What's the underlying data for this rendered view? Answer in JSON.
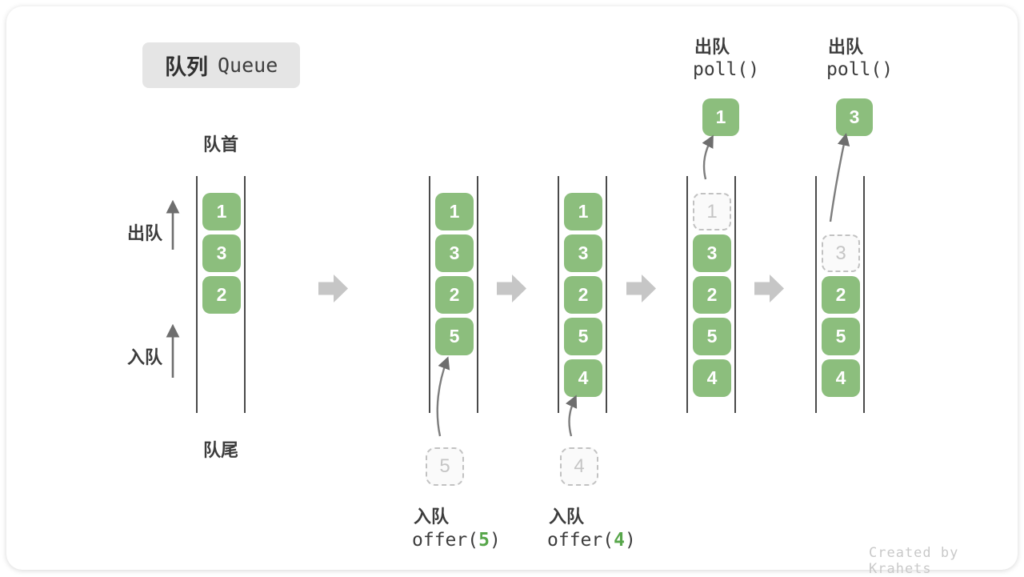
{
  "title": {
    "zh": "队列",
    "en": "Queue"
  },
  "side_labels": {
    "front": "队首",
    "rear": "队尾",
    "dequeue": "出队",
    "enqueue": "入队"
  },
  "colors": {
    "box_green": "#8CBE7D",
    "code_green": "#57A64A",
    "block_arrow_gray": "#C6C6C6",
    "rail_dark": "#4A4A4A",
    "text_dark": "#3C3C3C",
    "ghost_gray": "#C5C5C5"
  },
  "icons": {
    "step_arrow": "right-block-arrow",
    "up_arrow": "thin-up-arrow",
    "curved_arrow": "curved-transfer-arrow"
  },
  "queues": [
    {
      "slots": {
        "r1": "1",
        "r2": "3",
        "r3": "2"
      }
    },
    {
      "slots": {
        "r1": "1",
        "r2": "3",
        "r3": "2",
        "r4": "5"
      },
      "pending": "5",
      "caption": {
        "zh": "入队",
        "code_pre": "offer(",
        "code_num": "5",
        "code_post": ")"
      }
    },
    {
      "slots": {
        "r1": "1",
        "r2": "3",
        "r3": "2",
        "r4": "5",
        "r5": "4"
      },
      "pending": "4",
      "caption": {
        "zh": "入队",
        "code_pre": "offer(",
        "code_num": "4",
        "code_post": ")"
      }
    },
    {
      "ghost": "1",
      "slots": {
        "r2": "3",
        "r3": "2",
        "r4": "5",
        "r5": "4"
      },
      "result": "1",
      "caption": {
        "zh": "出队",
        "code": "poll()"
      }
    },
    {
      "ghost": "3",
      "slots": {
        "r3": "2",
        "r4": "5",
        "r5": "4"
      },
      "result": "3",
      "caption": {
        "zh": "出队",
        "code": "poll()"
      }
    }
  ],
  "footer": {
    "credit": "Created by Krahets"
  }
}
